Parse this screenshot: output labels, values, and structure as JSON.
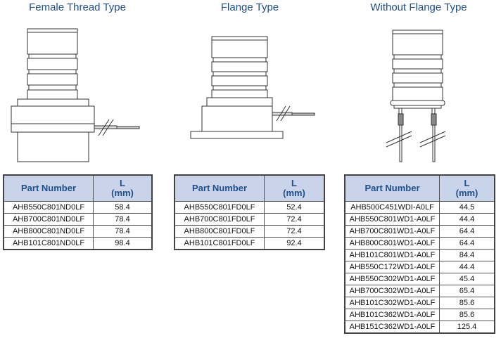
{
  "titles": [
    "Female Thread Type",
    "Flange Type",
    "Without Flange Type"
  ],
  "colors": {
    "title": "#1f4e8c",
    "header_bg": "#c9d3ea"
  },
  "tables": [
    {
      "headers": [
        "Part Number",
        "L",
        "(mm)"
      ],
      "rows": [
        [
          "AHB550C801ND0LF",
          "58.4"
        ],
        [
          "AHB700C801ND0LF",
          "78.4"
        ],
        [
          "AHB800C801ND0LF",
          "78.4"
        ],
        [
          "AHB101C801ND0LF",
          "98.4"
        ]
      ]
    },
    {
      "headers": [
        "Part Number",
        "L",
        "(mm)"
      ],
      "rows": [
        [
          "AHB550C801FD0LF",
          "52.4"
        ],
        [
          "AHB700C801FD0LF",
          "72.4"
        ],
        [
          "AHB800C801FD0LF",
          "72.4"
        ],
        [
          "AHB101C801FD0LF",
          "92.4"
        ]
      ]
    },
    {
      "headers": [
        "Part Number",
        "L",
        "(mm)"
      ],
      "rows": [
        [
          "AHB500C451WDI-A0LF",
          "44.5"
        ],
        [
          "AHB550C801WD1-A0LF",
          "44.4"
        ],
        [
          "AHB700C801WD1-A0LF",
          "64.4"
        ],
        [
          "AHB800C801WD1-A0LF",
          "64.4"
        ],
        [
          "AHB101C801WD1-A0LF",
          "84.4"
        ],
        [
          "AHB550C172WD1-A0LF",
          "44.4"
        ],
        [
          "AHB550C302WD1-A0LF",
          "45.4"
        ],
        [
          "AHB700C302WD1-A0LF",
          "65.4"
        ],
        [
          "AHB101C302WD1-A0LF",
          "85.6"
        ],
        [
          "AHB101C362WD1-A0LF",
          "85.6"
        ],
        [
          "AHB151C362WD1-A0LF",
          "125.4"
        ]
      ]
    }
  ]
}
